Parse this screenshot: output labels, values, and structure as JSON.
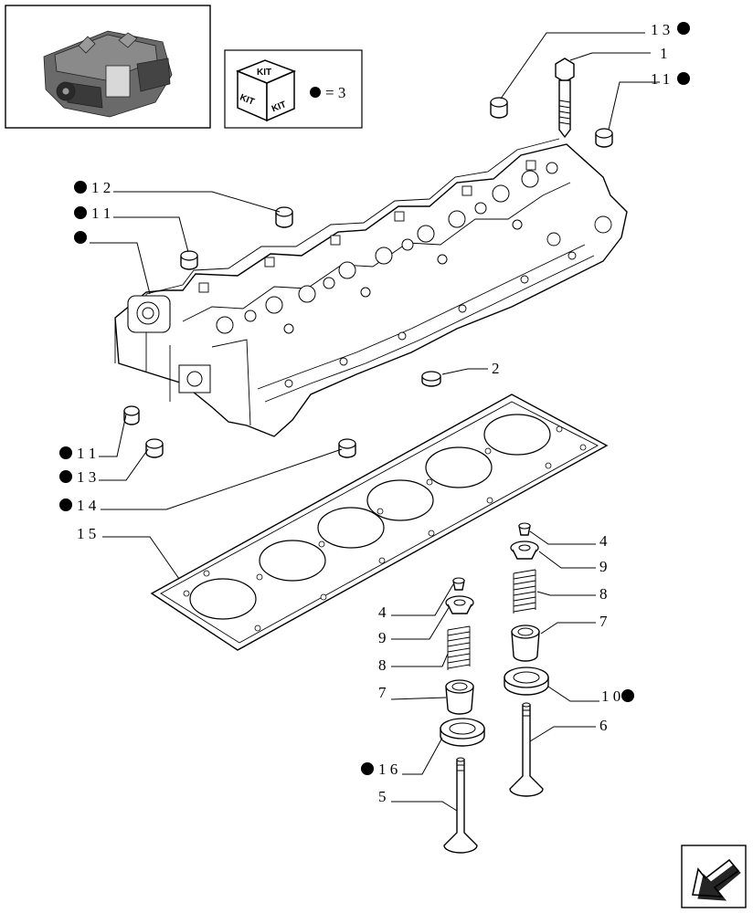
{
  "kit_box": {
    "kit_text": "KIT",
    "equals_text": "= 3"
  },
  "callouts": {
    "c13_top": "1 3",
    "c1_top": "1",
    "c11_top": "1 1",
    "c12_left": "1 2",
    "c11_left": "1 1",
    "c2": "2",
    "c11_lower": "1 1",
    "c13_lower": "1 3",
    "c14": "1 4",
    "c15": "1 5",
    "c4_right": "4",
    "c9_right": "9",
    "c8_right": "8",
    "c7_right": "7",
    "c10_right": "1 0",
    "c6_right": "6",
    "c4_left": "4",
    "c9_left": "9",
    "c8_left": "8",
    "c7_left": "7",
    "c16_left": "1 6",
    "c5_left": "5"
  },
  "icons": {
    "engine_thumbnail": "engine-thumbnail-icon",
    "kit_cube": "kit-cube-icon",
    "next_page_arrow": "arrow-icon"
  }
}
